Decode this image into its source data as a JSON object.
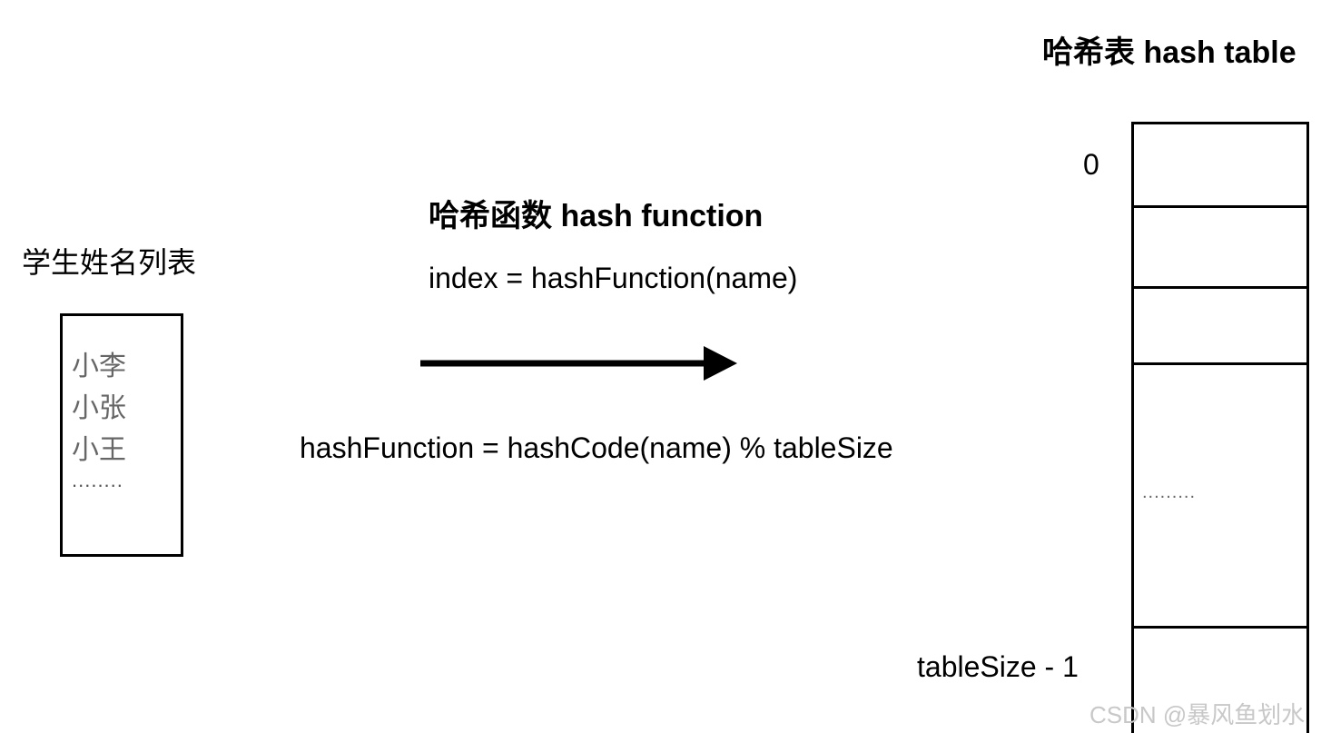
{
  "hash_table": {
    "title": "哈希表 hash table",
    "first_index_label": "0",
    "last_index_label": "tableSize - 1",
    "ellipsis": "........."
  },
  "hash_function": {
    "title": "哈希函数 hash function",
    "index_formula": "index = hashFunction(name)",
    "definition": "hashFunction = hashCode(name) % tableSize"
  },
  "student_list": {
    "title": "学生姓名列表",
    "names": [
      "小李",
      "小张",
      "小王"
    ],
    "ellipsis": "........"
  },
  "watermark": "CSDN @暴风鱼划水"
}
